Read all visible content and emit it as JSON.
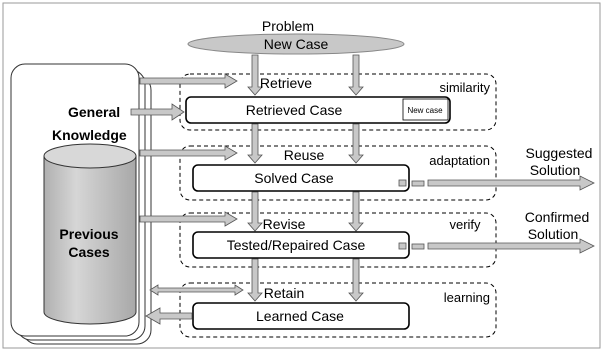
{
  "problem": {
    "label": "Problem",
    "ellipse_label": "New Case"
  },
  "knowledge": {
    "general_label": "General",
    "knowledge_label": "Knowledge",
    "cases_line1": "Previous",
    "cases_line2": "Cases"
  },
  "stages": [
    {
      "name": "Retrieve",
      "box": "Retrieved Case",
      "side": "similarity",
      "tag": "New case"
    },
    {
      "name": "Reuse",
      "box": "Solved  Case",
      "side": "adaptation"
    },
    {
      "name": "Revise",
      "box": "Tested/Repaired  Case",
      "side": "verify"
    },
    {
      "name": "Retain",
      "box": "Learned  Case",
      "side": "learning"
    }
  ],
  "outputs": {
    "suggested_line1": "Suggested",
    "suggested_line2": "Solution",
    "confirmed_line1": "Confirmed",
    "confirmed_line2": "Solution"
  },
  "colors": {
    "arrow_fill": "#c8c8c8",
    "arrow_stroke": "#707070",
    "cylinder": "#c8c8c8",
    "ellipse": "#c8c8c8"
  }
}
